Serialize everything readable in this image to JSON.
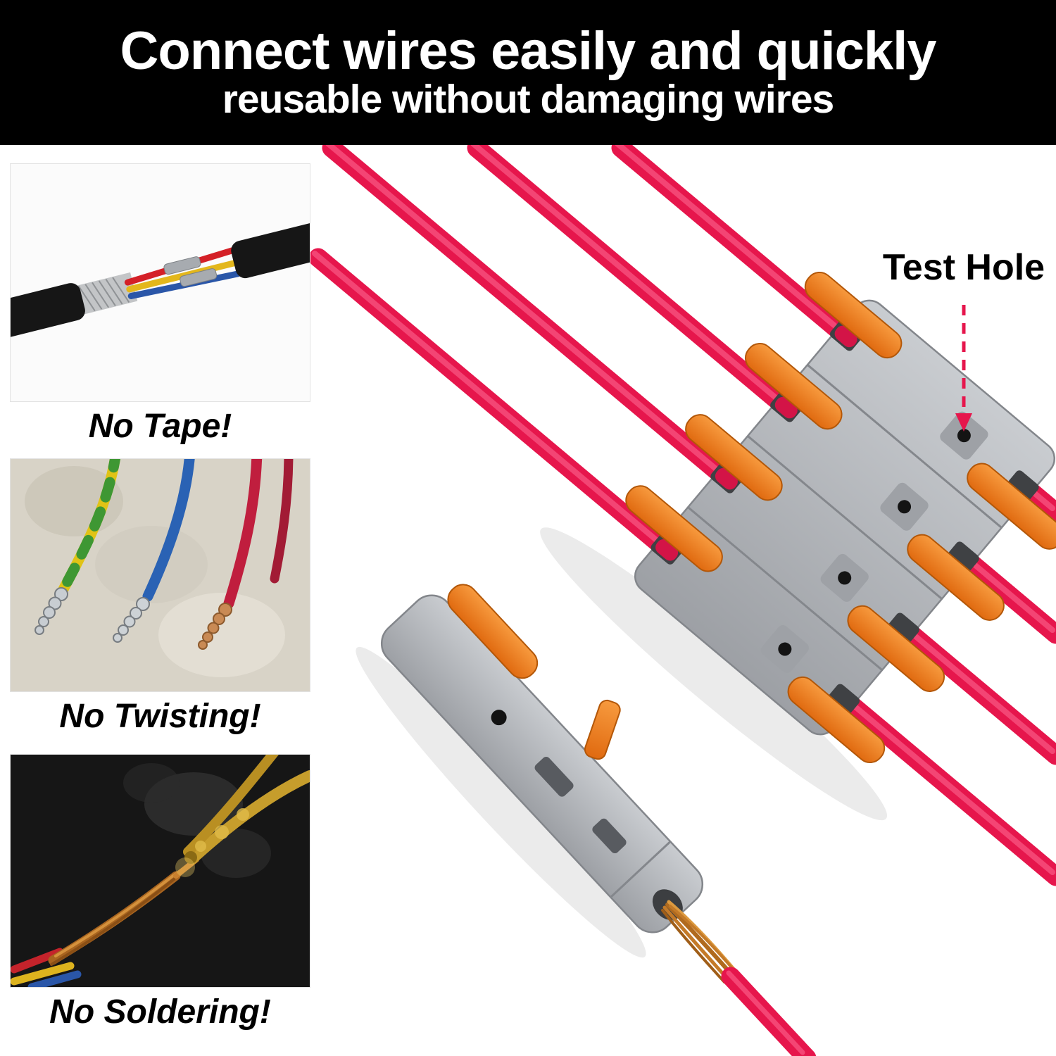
{
  "banner": {
    "title": "Connect wires easily and quickly",
    "subtitle": "reusable without damaging wires"
  },
  "features": [
    {
      "caption": "No Tape!"
    },
    {
      "caption": "No Twisting!"
    },
    {
      "caption": "No Soldering!"
    }
  ],
  "annotation": {
    "test_hole": "Test Hole"
  },
  "colors": {
    "banner_bg": "#000000",
    "banner_text": "#ffffff",
    "wire_red": "#e6164c",
    "lever_orange": "#f0791f",
    "connector_gray": "#b5b8bd",
    "copper": "#c47a28",
    "background": "#ffffff"
  }
}
